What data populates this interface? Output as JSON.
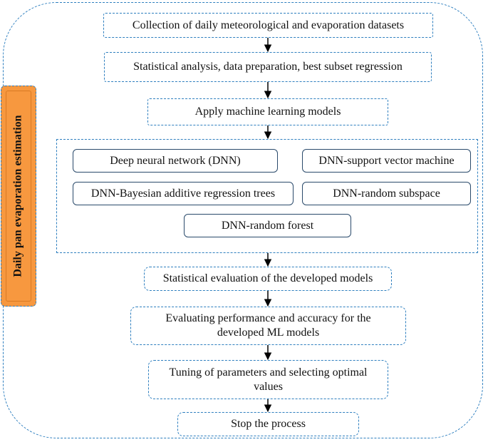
{
  "side_label": "Daily pan evaporation estimation",
  "steps": {
    "collection": "Collection of daily meteorological and evaporation datasets",
    "statistical_analysis": "Statistical analysis, data preparation, best subset regression",
    "apply_ml": "Apply machine learning models",
    "evaluation": "Statistical evaluation of the developed models",
    "performance": "Evaluating performance and accuracy for the developed ML models",
    "tuning": "Tuning of parameters and selecting optimal values",
    "stop": "Stop the process"
  },
  "models": {
    "dnn": "Deep neural network (DNN)",
    "dnn_svm": "DNN-support vector machine",
    "dnn_bart": "DNN-Bayesian additive regression trees",
    "dnn_rs": "DNN-random subspace",
    "dnn_rf": "DNN-random forest"
  },
  "colors": {
    "dashed_border": "#2e7fbf",
    "side_panel": "#f7983f",
    "model_border": "#2a4a6b",
    "arrow": "#000000"
  }
}
